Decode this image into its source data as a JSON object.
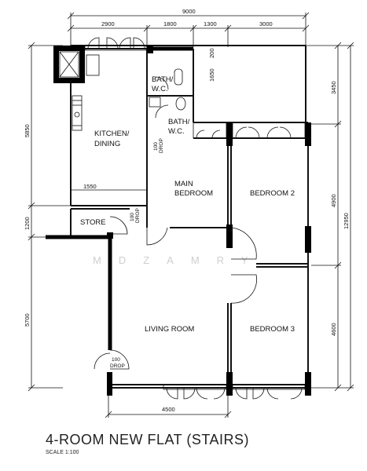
{
  "title": "4-ROOM NEW FLAT (STAIRS)",
  "scale": "SCALE   1:100",
  "watermark": "MDZAMRY",
  "rooms": {
    "kitchen_line1": "KITCHEN/",
    "kitchen_line2": "DINING",
    "bath1_line1": "BATH/",
    "bath1_line2": "W.C.",
    "bath2_line1": "BATH/",
    "bath2_line2": "W.C.",
    "main_bedroom_line1": "MAIN",
    "main_bedroom_line2": "BEDROOM",
    "bedroom2": "BEDROOM 2",
    "bedroom3": "BEDROOM 3",
    "store": "STORE",
    "living_room": "LIVING ROOM"
  },
  "drops": {
    "drop1_num": "100",
    "drop1_text": "DROP",
    "drop2_num": "100",
    "drop2_text": "DROP",
    "drop3_num": "100",
    "drop3_text": "DROP"
  },
  "dimensions": {
    "top_total": "9000",
    "top_2900": "2900",
    "top_1800": "1800",
    "top_1300": "1300",
    "top_3000": "3000",
    "left_5850": "5850",
    "left_1200": "1200",
    "left_5700": "5700",
    "right_3450": "3450",
    "right_4900": "4900",
    "right_4600": "4600",
    "right_12950": "12950",
    "inner_1650": "1650",
    "inner_200": "200",
    "inner_1550": "1550",
    "bottom_4500": "4500"
  }
}
